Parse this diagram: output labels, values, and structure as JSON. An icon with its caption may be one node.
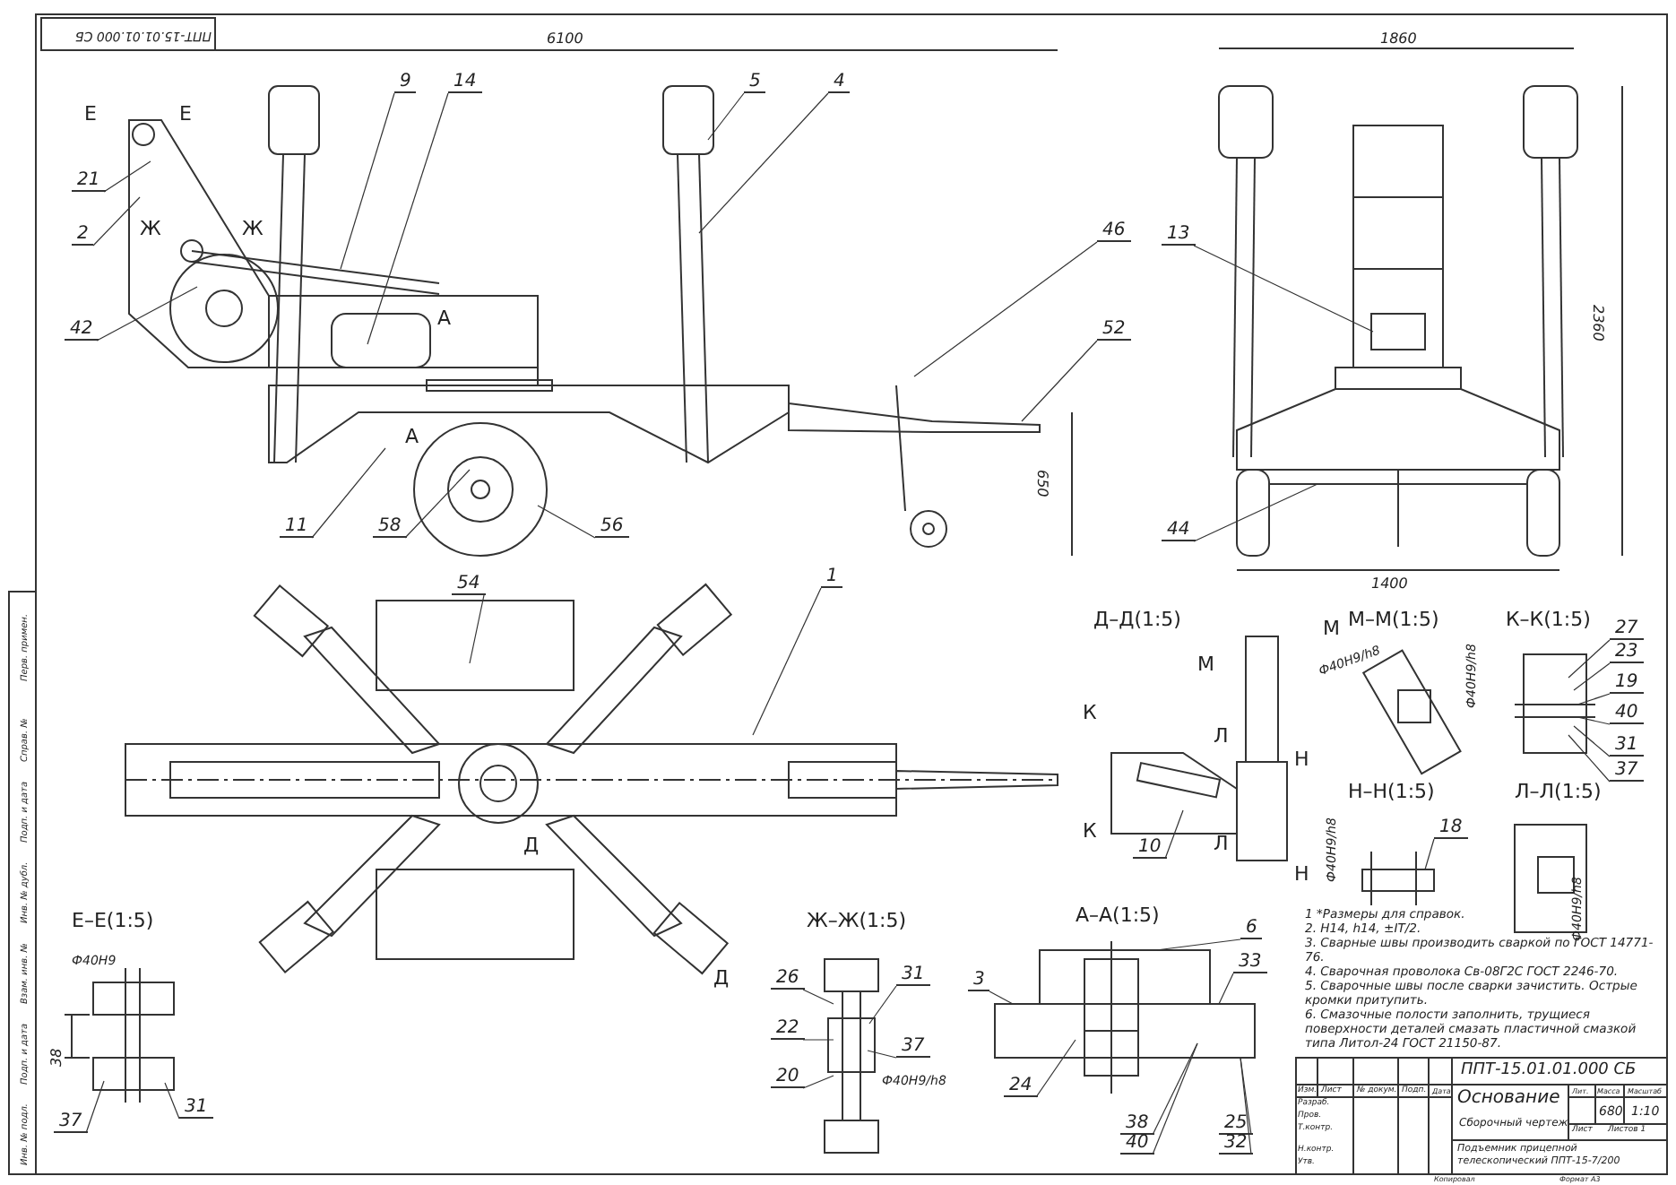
{
  "diagram": {
    "nodes": [
      {
        "text": [
          "9"
        ]
      },
      {
        "text": [
          "14"
        ]
      },
      {
        "text": [
          "5"
        ]
      },
      {
        "text": [
          "4"
        ]
      },
      {
        "text": [
          "21"
        ]
      },
      {
        "text": [
          "2"
        ]
      },
      {
        "text": [
          "42"
        ]
      },
      {
        "text": [
          "46"
        ]
      },
      {
        "text": [
          "52"
        ]
      },
      {
        "text": [
          "13"
        ]
      },
      {
        "text": [
          "11"
        ]
      },
      {
        "text": [
          "58"
        ]
      },
      {
        "text": [
          "56"
        ]
      },
      {
        "text": [
          "44"
        ]
      },
      {
        "text": [
          "54"
        ]
      },
      {
        "text": [
          "1"
        ]
      },
      {
        "text": [
          "27"
        ]
      },
      {
        "text": [
          "23"
        ]
      },
      {
        "text": [
          "19"
        ]
      },
      {
        "text": [
          "40"
        ]
      },
      {
        "text": [
          "31"
        ]
      },
      {
        "text": [
          "37"
        ]
      },
      {
        "text": [
          "10"
        ]
      },
      {
        "text": [
          "18"
        ]
      },
      {
        "text": [
          "6"
        ]
      },
      {
        "text": [
          "26"
        ]
      },
      {
        "text": [
          "31"
        ]
      },
      {
        "text": [
          "37"
        ]
      },
      {
        "text": [
          "3"
        ]
      },
      {
        "text": [
          "33"
        ]
      },
      {
        "text": [
          "22"
        ]
      },
      {
        "text": [
          "20"
        ]
      },
      {
        "text": [
          "31"
        ]
      },
      {
        "text": [
          "37"
        ]
      },
      {
        "text": [
          "24"
        ]
      },
      {
        "text": [
          "38"
        ]
      },
      {
        "text": [
          "40"
        ]
      },
      {
        "text": [
          "25"
        ]
      },
      {
        "text": [
          "32"
        ]
      }
    ],
    "edges": [
      {
        "from": 0,
        "to": null,
        "arrow": "none"
      },
      {
        "from": 1,
        "to": null,
        "arrow": "none"
      },
      {
        "from": 2,
        "to": null,
        "arrow": "none"
      },
      {
        "from": 3,
        "to": null,
        "arrow": "none"
      },
      {
        "from": 4,
        "to": null,
        "arrow": "none"
      },
      {
        "from": 5,
        "to": null,
        "arrow": "none"
      },
      {
        "from": 6,
        "to": null,
        "arrow": "none"
      },
      {
        "from": 7,
        "to": null,
        "arrow": "none"
      },
      {
        "from": 8,
        "to": null,
        "arrow": "none"
      },
      {
        "from": 9,
        "to": null,
        "arrow": "none"
      },
      {
        "from": 10,
        "to": null,
        "arrow": "none"
      },
      {
        "from": 11,
        "to": null,
        "arrow": "none"
      },
      {
        "from": 12,
        "to": null,
        "arrow": "none"
      },
      {
        "from": 13,
        "to": null,
        "arrow": "none"
      },
      {
        "from": 14,
        "to": null,
        "arrow": "none"
      },
      {
        "from": 15,
        "to": null,
        "arrow": "none"
      },
      {
        "from": 16,
        "to": null,
        "arrow": "none"
      },
      {
        "from": 17,
        "to": null,
        "arrow": "none"
      },
      {
        "from": 18,
        "to": null,
        "arrow": "none"
      },
      {
        "from": 19,
        "to": null,
        "arrow": "none"
      },
      {
        "from": 20,
        "to": null,
        "arrow": "none"
      },
      {
        "from": 21,
        "to": null,
        "arrow": "none"
      },
      {
        "from": 22,
        "to": null,
        "arrow": "none"
      },
      {
        "from": 23,
        "to": null,
        "arrow": "none"
      },
      {
        "from": 24,
        "to": null,
        "arrow": "none"
      },
      {
        "from": 25,
        "to": null,
        "arrow": "none"
      },
      {
        "from": 26,
        "to": null,
        "arrow": "none"
      },
      {
        "from": 27,
        "to": null,
        "arrow": "none"
      },
      {
        "from": 28,
        "to": null,
        "arrow": "none"
      },
      {
        "from": 29,
        "to": null,
        "arrow": "none"
      },
      {
        "from": 30,
        "to": null,
        "arrow": "none"
      },
      {
        "from": 31,
        "to": null,
        "arrow": "none"
      },
      {
        "from": 32,
        "to": null,
        "arrow": "none"
      },
      {
        "from": 33,
        "to": null,
        "arrow": "none"
      },
      {
        "from": 34,
        "to": null,
        "arrow": "none"
      },
      {
        "from": 35,
        "to": null,
        "arrow": "none"
      },
      {
        "from": 36,
        "to": null,
        "arrow": "none"
      },
      {
        "from": 37,
        "to": null,
        "arrow": "none"
      },
      {
        "from": 38,
        "to": null,
        "arrow": "none"
      }
    ],
    "labels": [
      "ППТ-15.01.01.000 СБ",
      "6100",
      "1860",
      "Е",
      "Е",
      "2360",
      "Ж",
      "Ж",
      "А",
      "А",
      "650",
      "1400",
      "Д–Д(1:5)",
      "М–М(1:5)",
      "К–К(1:5)",
      "М",
      "М",
      "Ф40Н9/h8",
      "Ф40Н9/h8",
      "К",
      "К",
      "Л",
      "Л",
      "Н",
      "Н",
      "Н–Н(1:5)",
      "Л–Л(1:5)",
      "Д",
      "Д",
      "Ф40Н9/h8",
      "Ф40Н9/h8",
      "Е–Е(1:5)",
      "Ж–Ж(1:5)",
      "А–А(1:5)",
      "Ф40Н9",
      "38",
      "Ф40Н9/h8",
      "1 *Размеры для справок.",
      "2. Н14, h14, ±IT/2.",
      "3. Сварные швы производить сваркой по ГОСТ 14771-76.",
      "4. Сварочная проволока Св-08Г2С ГОСТ 2246-70.",
      "5. Сварочные швы после сварки зачистить. Острые кромки притупить.",
      "6. Смазочные полости заполнить, трущиеся поверхности деталей смазать пластичной смазкой типа Литол-24 ГОСТ 21150-87.",
      "ППТ-15.01.01.000 СБ",
      "Изм.",
      "Лист",
      "№ докум.",
      "Подп.",
      "Дата",
      "Разраб.",
      "Пров.",
      "Т.контр.",
      "Н.контр.",
      "Утв.",
      "Основание",
      "Сборочный чертеж",
      "Подъемник прицепной телескопический ППТ-15-7/200",
      "Лит.",
      "Масса",
      "Масштаб",
      "680",
      "1:10",
      "Лист",
      "Листов 1",
      "Копировал",
      "Формат А3",
      "Перв. примен.",
      "Справ. №",
      "Подп. и дата",
      "Инв. № дубл.",
      "Взам. инв. №",
      "Подп. и дата",
      "Инв. № подл."
    ]
  }
}
